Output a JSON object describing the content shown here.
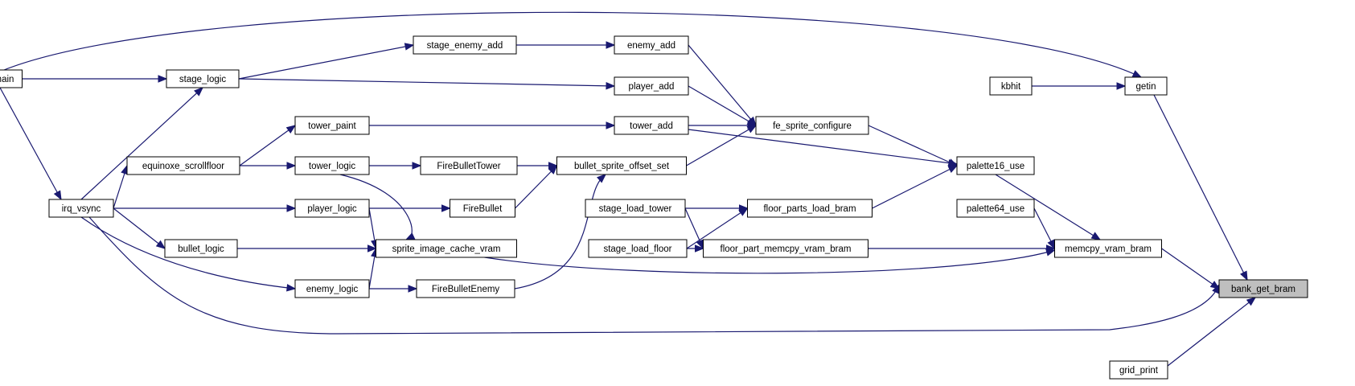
{
  "graph": {
    "colors": {
      "edge": "#191970",
      "node_fill": "#ffffff",
      "node_border": "#000000",
      "highlight_fill": "#bfbfbf"
    },
    "nodes": {
      "main": "main",
      "stage_logic": "stage_logic",
      "irq_vsync": "irq_vsync",
      "equinoxe_scrollfloor": "equinoxe_scrollfloor",
      "bullet_logic": "bullet_logic",
      "enemy_logic": "enemy_logic",
      "player_logic": "player_logic",
      "tower_logic": "tower_logic",
      "tower_paint": "tower_paint",
      "stage_enemy_add": "stage_enemy_add",
      "sprite_image_cache_vram": "sprite_image_cache_vram",
      "FireBulletTower": "FireBulletTower",
      "FireBullet": "FireBullet",
      "FireBulletEnemy": "FireBulletEnemy",
      "enemy_add": "enemy_add",
      "player_add": "player_add",
      "tower_add": "tower_add",
      "bullet_sprite_offset_set": "bullet_sprite_offset_set",
      "stage_load_tower": "stage_load_tower",
      "stage_load_floor": "stage_load_floor",
      "fe_sprite_configure": "fe_sprite_configure",
      "floor_parts_load_bram": "floor_parts_load_bram",
      "floor_part_memcpy_vram_bram": "floor_part_memcpy_vram_bram",
      "kbhit": "kbhit",
      "palette16_use": "palette16_use",
      "palette64_use": "palette64_use",
      "getin": "getin",
      "memcpy_vram_bram": "memcpy_vram_bram",
      "grid_print": "grid_print",
      "bank_get_bram": "bank_get_bram"
    },
    "edges": [
      [
        "main",
        "stage_logic"
      ],
      [
        "main",
        "getin"
      ],
      [
        "main",
        "irq_vsync"
      ],
      [
        "irq_vsync",
        "stage_logic"
      ],
      [
        "irq_vsync",
        "equinoxe_scrollfloor"
      ],
      [
        "irq_vsync",
        "player_logic"
      ],
      [
        "irq_vsync",
        "bullet_logic"
      ],
      [
        "irq_vsync",
        "enemy_logic"
      ],
      [
        "irq_vsync",
        "bank_get_bram"
      ],
      [
        "stage_logic",
        "stage_enemy_add"
      ],
      [
        "stage_logic",
        "player_add"
      ],
      [
        "stage_enemy_add",
        "enemy_add"
      ],
      [
        "equinoxe_scrollfloor",
        "tower_paint"
      ],
      [
        "equinoxe_scrollfloor",
        "tower_logic"
      ],
      [
        "tower_paint",
        "tower_add"
      ],
      [
        "tower_logic",
        "FireBulletTower"
      ],
      [
        "tower_logic",
        "sprite_image_cache_vram"
      ],
      [
        "player_logic",
        "FireBullet"
      ],
      [
        "player_logic",
        "sprite_image_cache_vram"
      ],
      [
        "bullet_logic",
        "sprite_image_cache_vram"
      ],
      [
        "enemy_logic",
        "sprite_image_cache_vram"
      ],
      [
        "enemy_logic",
        "FireBulletEnemy"
      ],
      [
        "FireBulletTower",
        "bullet_sprite_offset_set"
      ],
      [
        "FireBullet",
        "bullet_sprite_offset_set"
      ],
      [
        "FireBulletEnemy",
        "bullet_sprite_offset_set"
      ],
      [
        "enemy_add",
        "fe_sprite_configure"
      ],
      [
        "player_add",
        "fe_sprite_configure"
      ],
      [
        "tower_add",
        "fe_sprite_configure"
      ],
      [
        "tower_add",
        "palette16_use"
      ],
      [
        "bullet_sprite_offset_set",
        "fe_sprite_configure"
      ],
      [
        "fe_sprite_configure",
        "palette16_use"
      ],
      [
        "floor_parts_load_bram",
        "palette16_use"
      ],
      [
        "stage_load_tower",
        "floor_parts_load_bram"
      ],
      [
        "stage_load_tower",
        "floor_part_memcpy_vram_bram"
      ],
      [
        "stage_load_floor",
        "floor_parts_load_bram"
      ],
      [
        "stage_load_floor",
        "floor_part_memcpy_vram_bram"
      ],
      [
        "floor_part_memcpy_vram_bram",
        "memcpy_vram_bram"
      ],
      [
        "sprite_image_cache_vram",
        "memcpy_vram_bram"
      ],
      [
        "kbhit",
        "getin"
      ],
      [
        "palette16_use",
        "memcpy_vram_bram"
      ],
      [
        "palette64_use",
        "memcpy_vram_bram"
      ],
      [
        "getin",
        "bank_get_bram"
      ],
      [
        "memcpy_vram_bram",
        "bank_get_bram"
      ],
      [
        "grid_print",
        "bank_get_bram"
      ]
    ]
  }
}
